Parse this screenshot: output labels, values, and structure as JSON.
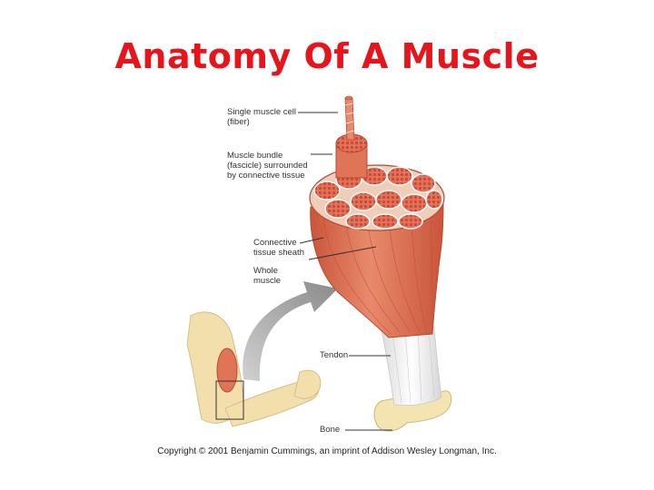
{
  "title": "Anatomy Of A Muscle",
  "labels": {
    "fiber_line1": "Single muscle cell",
    "fiber_line2": "(fiber)",
    "bundle_line1": "Muscle bundle",
    "bundle_line2": "(fascicle) surrounded",
    "bundle_line3": "by connective tissue",
    "sheath_line1": "Connective",
    "sheath_line2": "tissue sheath",
    "whole_line1": "Whole",
    "whole_line2": "muscle",
    "tendon": "Tendon",
    "bone": "Bone"
  },
  "copyright": "Copyright © 2001 Benjamin Cummings, an imprint of Addison Wesley Longman, Inc.",
  "colors": {
    "title": "#e8141b",
    "muscle": "#e07456",
    "muscle_dark": "#c24e35",
    "fascicle": "#e8775e",
    "tendon": "#f2f2f2",
    "bone": "#f3e4b2",
    "arrow": "#9a9a9a"
  }
}
